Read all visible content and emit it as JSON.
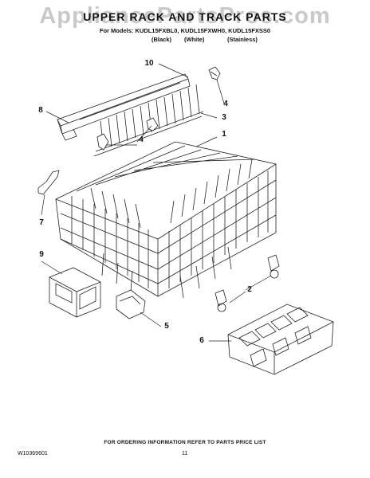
{
  "watermark": "AppliancePartsPros.com",
  "title": "UPPER RACK AND TRACK PARTS",
  "models_line": "For Models: KUDL15FXBL0, KUDL15FXWH0, KUDL15FXSS0",
  "finishes": [
    "(Black)",
    "(White)",
    "(Stainless)"
  ],
  "callouts": [
    "10",
    "8",
    "4",
    "3",
    "4",
    "1",
    "7",
    "9",
    "2",
    "5",
    "6"
  ],
  "footer": "FOR ORDERING INFORMATION REFER TO PARTS PRICE LIST",
  "doc_number": "W10369601",
  "page_number": "11"
}
